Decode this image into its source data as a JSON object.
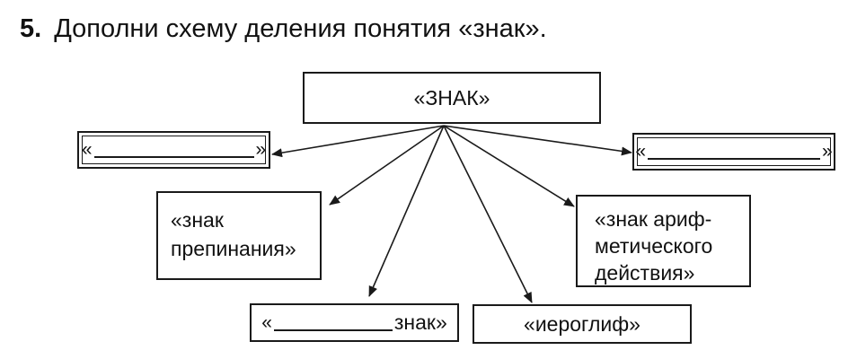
{
  "task": {
    "number": "5.",
    "instruction": "Дополни схему деления понятия «знак»."
  },
  "diagram": {
    "root": {
      "label": "«ЗНАК»"
    },
    "blank_left": {
      "open_quote": "«",
      "close_quote": "»"
    },
    "blank_right": {
      "open_quote": "«",
      "close_quote": "»"
    },
    "punctuation": {
      "line1": "«знак",
      "line2": "препинания»"
    },
    "arithmetic": {
      "line1": "«знак ариф-",
      "line2": "метического",
      "line3": "действия»"
    },
    "blank_sign": {
      "open_quote": "«",
      "suffix": "знак»"
    },
    "hieroglyph": {
      "label": "«иероглиф»"
    }
  },
  "colors": {
    "ink": "#1a1a1a",
    "paper": "#ffffff"
  }
}
